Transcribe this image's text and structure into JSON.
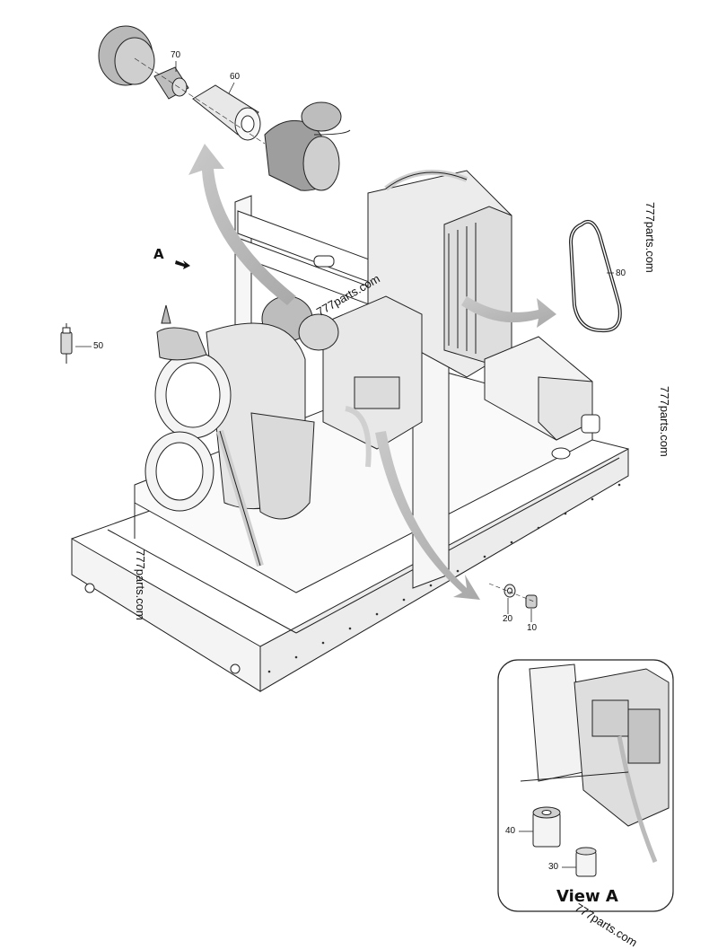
{
  "diagram": {
    "callouts": [
      {
        "id": "70",
        "label": "70"
      },
      {
        "id": "60",
        "label": "60"
      },
      {
        "id": "80",
        "label": "80"
      },
      {
        "id": "50",
        "label": "50"
      },
      {
        "id": "20",
        "label": "20"
      },
      {
        "id": "10",
        "label": "10"
      },
      {
        "id": "40",
        "label": "40"
      },
      {
        "id": "30",
        "label": "30"
      }
    ],
    "view_marker": "A",
    "inset_title": "View A",
    "watermarks": [
      "777parts.com",
      "777parts.com",
      "777parts.com",
      "777parts.com",
      "777parts.com"
    ]
  }
}
